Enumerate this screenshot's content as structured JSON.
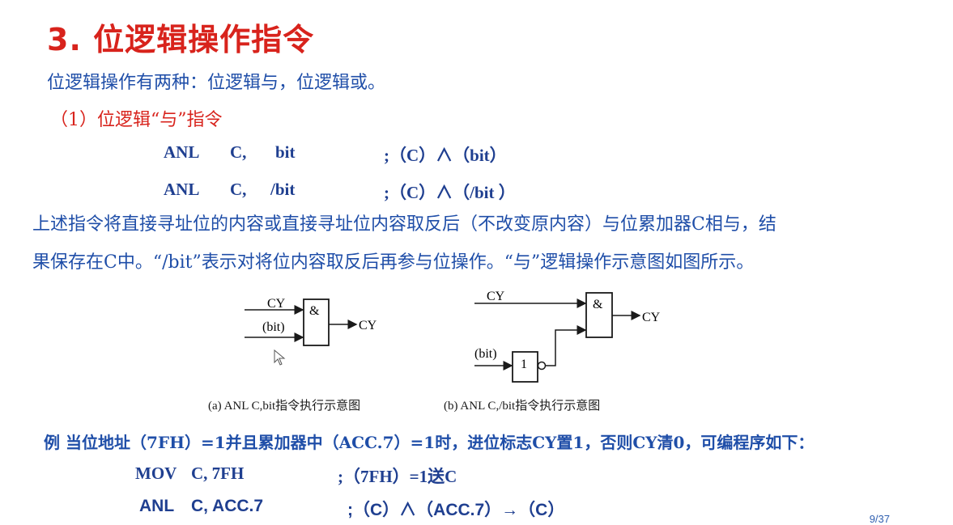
{
  "title": "3. 位逻辑操作指令",
  "intro": "位逻辑操作有两种：位逻辑与，位逻辑或。",
  "subheading": "（1）位逻辑“与”指令",
  "instructions": [
    {
      "op": "ANL",
      "dst": "C,",
      "src": "bit",
      "comment": ";（C）∧（bit）"
    },
    {
      "op": "ANL",
      "dst": "C,",
      "src": "/bit",
      "comment": ";（C）∧（/bit ）"
    }
  ],
  "paragraph": [
    "上述指令将直接寻址位的内容或直接寻址位内容取反后（不改变原内容）与位累加器C相与，结",
    "果保存在C中。“/bit”表示对将位内容取反后再参与位操作。“与”逻辑操作示意图如图所示。"
  ],
  "diagram_a": {
    "in1": "CY",
    "in2": "(bit)",
    "gate": "&",
    "out": "CY",
    "caption": "(a) ANL C,bit指令执行示意图"
  },
  "diagram_b": {
    "in1": "CY",
    "in2": "(bit)",
    "not_gate": "1",
    "gate": "&",
    "out": "CY",
    "caption": "(b) ANL C,/bit指令执行示意图"
  },
  "example": "例  当位地址（7FH）=1并且累加器中（ACC.7）=1时，进位标志CY置1，否则CY清0，可编程序如下：",
  "program": [
    {
      "op": "MOV",
      "args": "C,  7FH",
      "comment": ";（7FH）=1送C"
    },
    {
      "op": "ANL",
      "args": "C,  ACC.7",
      "comment": ";（C）∧（ACC.7）→（C）"
    }
  ],
  "page_number": "9/37",
  "colors": {
    "title": "#d8231c",
    "text": "#1f4ea8",
    "code": "#1f3f90"
  }
}
